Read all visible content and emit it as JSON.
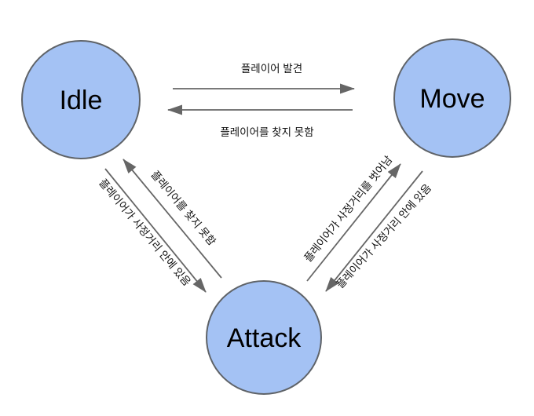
{
  "colors": {
    "node_fill": "#a4c2f4",
    "node_stroke": "#5f6368",
    "arrow": "#666666",
    "label": "#111111",
    "background": "#ffffff"
  },
  "states": [
    {
      "label": "Idle"
    },
    {
      "label": "Move"
    },
    {
      "label": "Attack"
    }
  ],
  "transitions": [
    {
      "from": "Idle",
      "to": "Move",
      "label": "플레이어 발견"
    },
    {
      "from": "Move",
      "to": "Idle",
      "label": "플레이어를 찾지 못함"
    },
    {
      "from": "Attack",
      "to": "Idle",
      "label": "플레이어를 찾지 못함"
    },
    {
      "from": "Idle",
      "to": "Attack",
      "label": "플레이어가 사정거리 안에 있음"
    },
    {
      "from": "Attack",
      "to": "Move",
      "label": "플레이어가 사정거리를 벗어남"
    },
    {
      "from": "Move",
      "to": "Attack",
      "label": "플레이어가 사정거리 안에 있음"
    }
  ]
}
